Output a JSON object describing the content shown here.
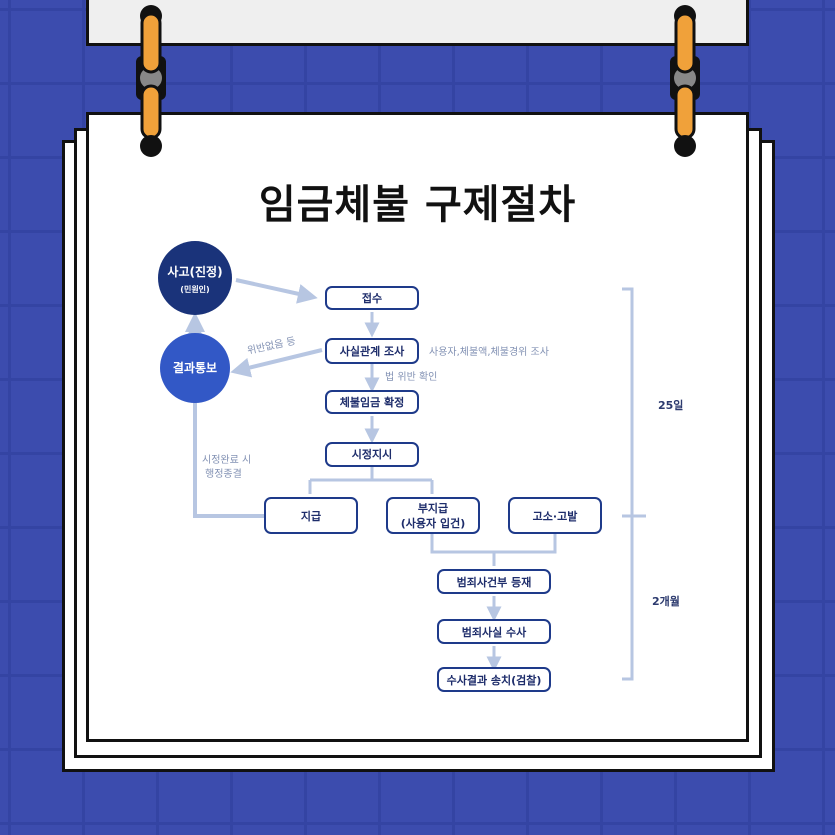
{
  "title": "임금체불 구제절차",
  "colors": {
    "background": "#3c4cae",
    "node_border": "#1e3a8a",
    "connector": "#b7c6e2",
    "circle_dark": "#1a337a",
    "circle_mid": "#3258c6",
    "ring_orange": "#f0a13a"
  },
  "diagram": {
    "circle_complaint": {
      "line1": "사고(진정)",
      "line2": "(민원인)"
    },
    "circle_result": {
      "label": "결과통보"
    },
    "nodes": {
      "receipt": "접수",
      "investigation": "사실관계 조사",
      "confirm": "체불임금 확정",
      "order": "시정지시",
      "payment": "지급",
      "nonpayment_line1": "부지급",
      "nonpayment_line2": "(사용자 입건)",
      "complaint": "고소·고발",
      "register": "범죄사건부 등재",
      "criminal_investigation": "범죄사실 수사",
      "result": "수사결과 송치(검찰)"
    },
    "labels": {
      "no_violation": "위반없음 등",
      "investigation_scope": "사용자,체불액,체불경위 조사",
      "law_check": "법 위반 확인",
      "correction_line1": "시정완료 시",
      "correction_line2": "행정종결"
    },
    "timeline": {
      "first": "25일",
      "second": "2개월"
    }
  }
}
